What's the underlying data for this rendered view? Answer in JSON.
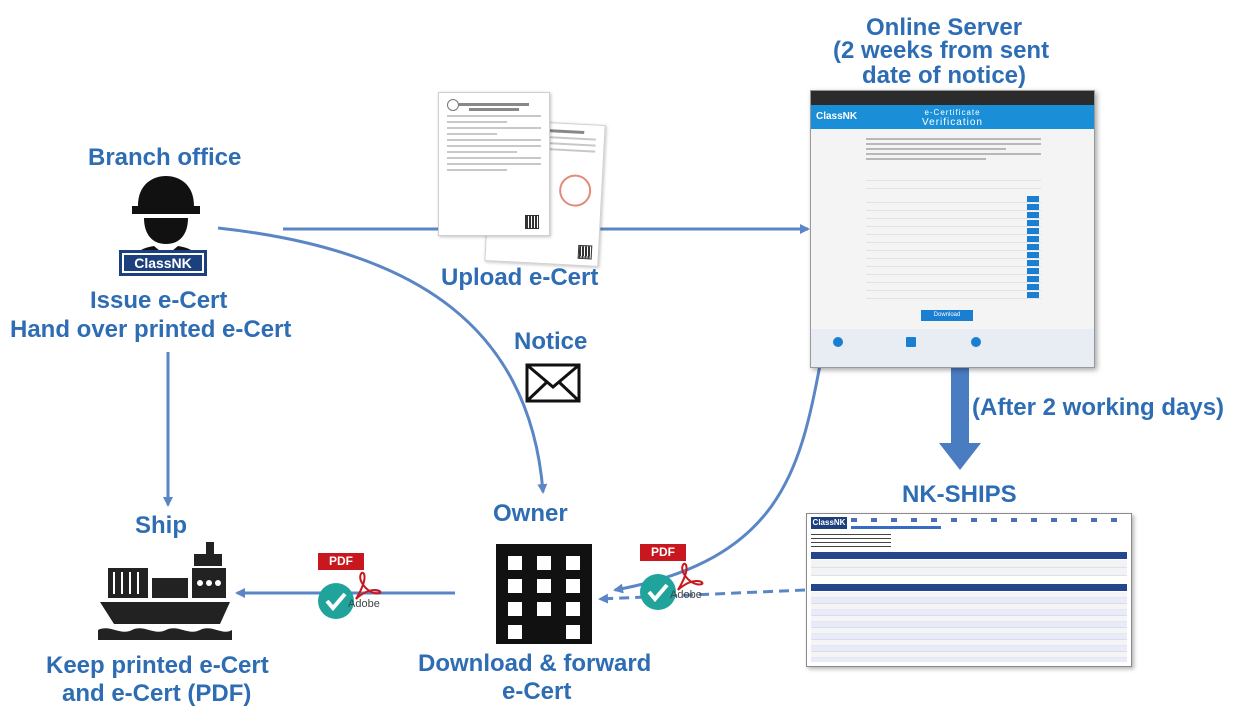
{
  "labels": {
    "online_server": "Online Server",
    "online_server_note1": "(2 weeks from sent",
    "online_server_note2": "date of notice)",
    "branch_office": "Branch office",
    "issue": "Issue e-Cert",
    "hand_over": "Hand over printed e-Cert",
    "upload": "Upload e-Cert",
    "notice": "Notice",
    "after_days": "(After 2 working days)",
    "nk_ships": "NK-SHIPS",
    "ship": "Ship",
    "owner": "Owner",
    "keep1": "Keep printed e-Cert",
    "keep2": "and e-Cert (PDF)",
    "download1": "Download & forward",
    "download2": "e-Cert"
  },
  "logo": {
    "classnk": "ClassNK"
  },
  "browser": {
    "header_title1": "e-Certificate",
    "header_title2": "Verification",
    "download_button": "Download"
  },
  "pdf": {
    "tag": "PDF",
    "adobe": "Adobe"
  },
  "colors": {
    "accent": "#2e6db4",
    "arrow": "#5b86c6",
    "pdf_red": "#c8171e",
    "check_teal": "#1fa39b"
  }
}
